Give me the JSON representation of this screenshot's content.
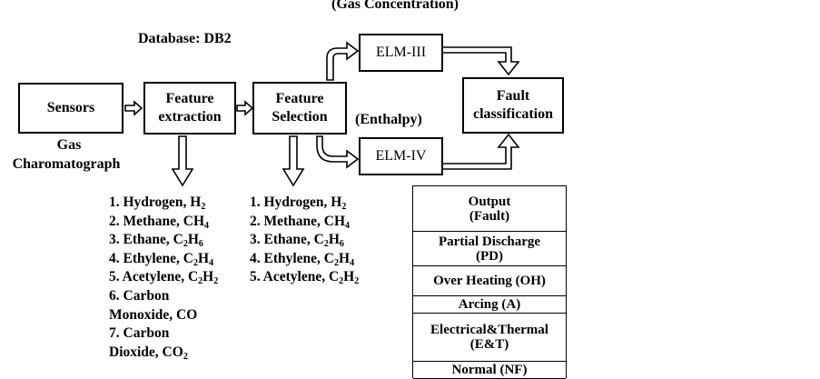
{
  "header": {
    "gas_concentration": "(Gas Concentration)",
    "database": "Database: DB2",
    "enthalpy": "(Enthalpy)"
  },
  "boxes": {
    "sensors": "Sensors",
    "feature_extraction": [
      "Feature",
      "extraction"
    ],
    "feature_selection": [
      "Feature",
      "Selection"
    ],
    "elm3": "ELM-III",
    "elm4": "ELM-IV",
    "fault_classification": [
      "Fault",
      "classification"
    ]
  },
  "sensor_caption": [
    "Gas",
    "Charomatograph"
  ],
  "extraction_list": [
    [
      "1. Hydrogen, H",
      "2",
      ""
    ],
    [
      "2. Methane, CH",
      "4",
      ""
    ],
    [
      "3. Ethane, C",
      "2",
      "H",
      "6"
    ],
    [
      "4. Ethylene, C",
      "2",
      "H",
      "4"
    ],
    [
      "5. Acetylene, C",
      "2",
      "H",
      "2"
    ],
    [
      "6. Carbon"
    ],
    [
      "Monoxide, CO"
    ],
    [
      "7. Carbon"
    ],
    [
      "Dioxide, CO",
      "2",
      ""
    ]
  ],
  "selection_list": [
    [
      "1. Hydrogen, H",
      "2",
      ""
    ],
    [
      "2. Methane, CH",
      "4",
      ""
    ],
    [
      "3. Ethane, C",
      "2",
      "H",
      "6"
    ],
    [
      "4. Ethylene, C",
      "2",
      "H",
      "4"
    ],
    [
      "5. Acetylene, C",
      "2",
      "H",
      "2"
    ]
  ],
  "output_table": {
    "header": [
      "Output",
      "(Fault)"
    ],
    "rows": [
      [
        "Partial Discharge",
        "(PD)"
      ],
      [
        "Over Heating (OH)"
      ],
      [
        "Arcing (A)"
      ],
      [
        "Electrical&Thermal",
        "(E&T)"
      ],
      [
        "Normal (NF)"
      ]
    ]
  }
}
